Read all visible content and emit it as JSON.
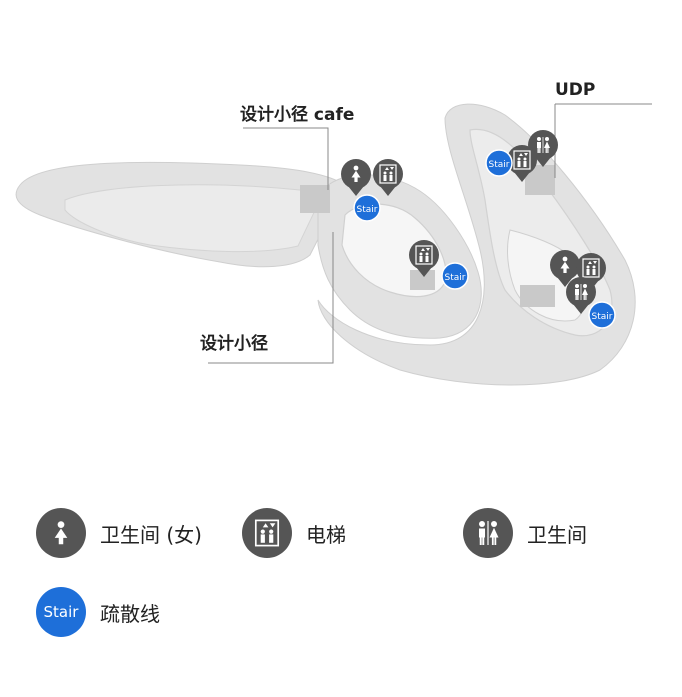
{
  "map": {
    "labels": {
      "cafe": "设计小径 cafe",
      "design_path": "设计小径",
      "udp": "UDP"
    },
    "stair_marker": "Stair",
    "colors": {
      "floor": "#e2e2e2",
      "floor_inner": "#c9c9c9",
      "marker": "#555555",
      "stair": "#1e6fd9"
    }
  },
  "legend": {
    "items": [
      {
        "icon": "female-restroom-icon",
        "label": "卫生间 (女)"
      },
      {
        "icon": "elevator-icon",
        "label": "电梯"
      },
      {
        "icon": "restroom-icon",
        "label": "卫生间"
      },
      {
        "icon": "stair-icon",
        "label": "疏散线",
        "text": "Stair"
      }
    ]
  }
}
